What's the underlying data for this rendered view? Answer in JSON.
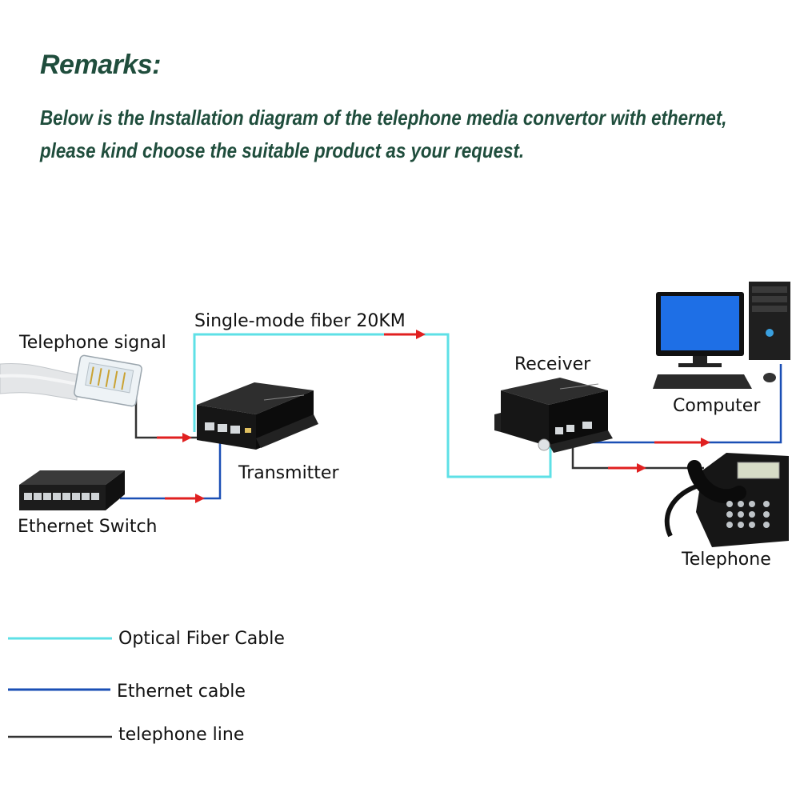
{
  "remarks": {
    "heading": "Remarks:",
    "line1": "Below is  the Installation diagram of the telephone media convertor with ethernet,",
    "line2": "please kind choose the suitable product as your request."
  },
  "diagram": {
    "fiber_run_label": "Single-mode fiber 20KM",
    "telephone_signal_label": "Telephone signal",
    "ethernet_switch_label": "Ethernet Switch",
    "transmitter_label": "Transmitter",
    "receiver_label": "Receiver",
    "computer_label": "Computer",
    "telephone_label": "Telephone"
  },
  "legend": {
    "items": [
      {
        "label": "Optical Fiber Cable",
        "color": "#5ee0e6"
      },
      {
        "label": "Ethernet cable",
        "color": "#1a4fb5"
      },
      {
        "label": "telephone line",
        "color": "#333333"
      }
    ]
  },
  "colors": {
    "heading": "#1f4d3c",
    "fiber": "#5ee0e6",
    "ethernet": "#1a4fb5",
    "telephone_line": "#333333",
    "arrow": "#e02020"
  }
}
